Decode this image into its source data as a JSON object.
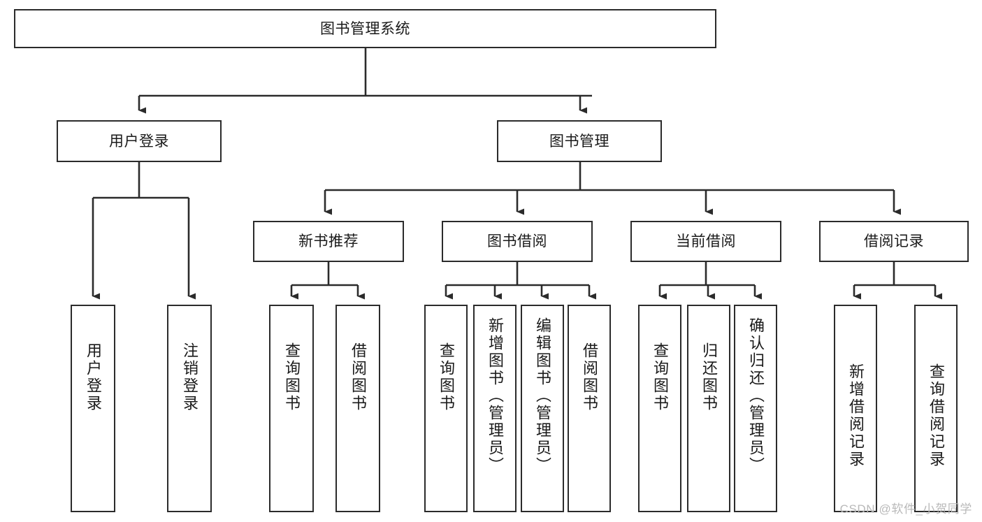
{
  "diagram": {
    "title": "图书管理系统",
    "type": "tree-hierarchy",
    "watermark": "CSDN @软件_小贺同学",
    "colors": {
      "box_border": "#2b2b2b",
      "box_fill": "#ffffff",
      "connector": "#2b2b2b",
      "text": "#1a1a1a",
      "watermark": "#b9b9b9",
      "background": "#ffffff"
    },
    "root": {
      "label": "图书管理系统",
      "orientation": "horizontal"
    },
    "level2": [
      {
        "label": "用户登录",
        "orientation": "horizontal"
      },
      {
        "label": "图书管理",
        "orientation": "horizontal"
      }
    ],
    "level3": [
      {
        "label": "新书推荐",
        "orientation": "horizontal",
        "parent": "图书管理"
      },
      {
        "label": "图书借阅",
        "orientation": "horizontal",
        "parent": "图书管理"
      },
      {
        "label": "当前借阅",
        "orientation": "horizontal",
        "parent": "图书管理"
      },
      {
        "label": "借阅记录",
        "orientation": "horizontal",
        "parent": "图书管理"
      }
    ],
    "leaves": [
      {
        "label": "用户登录",
        "orientation": "vertical",
        "parent": "用户登录"
      },
      {
        "label": "注销登录",
        "orientation": "vertical",
        "parent": "用户登录"
      },
      {
        "label": "查询图书",
        "orientation": "vertical",
        "parent": "新书推荐"
      },
      {
        "label": "借阅图书",
        "orientation": "vertical",
        "parent": "新书推荐"
      },
      {
        "label": "查询图书",
        "orientation": "vertical",
        "parent": "图书借阅"
      },
      {
        "label": "新增图书（管理员）",
        "orientation": "vertical",
        "parent": "图书借阅"
      },
      {
        "label": "编辑图书（管理员）",
        "orientation": "vertical",
        "parent": "图书借阅"
      },
      {
        "label": "借阅图书",
        "orientation": "vertical",
        "parent": "图书借阅"
      },
      {
        "label": "查询图书",
        "orientation": "vertical",
        "parent": "当前借阅"
      },
      {
        "label": "归还图书",
        "orientation": "vertical",
        "parent": "当前借阅"
      },
      {
        "label": "确认归还（管理员）",
        "orientation": "vertical",
        "parent": "当前借阅"
      },
      {
        "label": "新增借阅记录",
        "orientation": "vertical",
        "parent": "借阅记录"
      },
      {
        "label": "查询借阅记录",
        "orientation": "vertical",
        "parent": "借阅记录"
      }
    ]
  }
}
